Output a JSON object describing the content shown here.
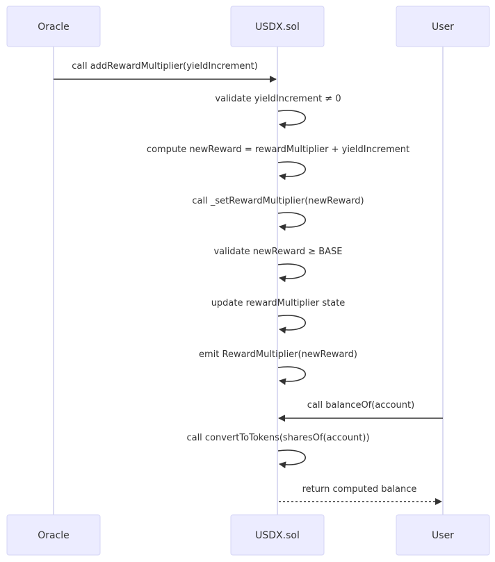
{
  "participants": [
    {
      "id": "oracle",
      "label": "Oracle"
    },
    {
      "id": "usdx",
      "label": "USDX.sol"
    },
    {
      "id": "user",
      "label": "User"
    }
  ],
  "messages": [
    {
      "from": "oracle",
      "to": "usdx",
      "label": "call addRewardMultiplier(yieldIncrement)",
      "style": "solid"
    },
    {
      "from": "usdx",
      "to": "usdx",
      "label": "validate yieldIncrement ≠ 0",
      "style": "solid"
    },
    {
      "from": "usdx",
      "to": "usdx",
      "label": "compute newReward = rewardMultiplier + yieldIncrement",
      "style": "solid"
    },
    {
      "from": "usdx",
      "to": "usdx",
      "label": "call _setRewardMultiplier(newReward)",
      "style": "solid"
    },
    {
      "from": "usdx",
      "to": "usdx",
      "label": "validate newReward ≥ BASE",
      "style": "solid"
    },
    {
      "from": "usdx",
      "to": "usdx",
      "label": "update rewardMultiplier state",
      "style": "solid"
    },
    {
      "from": "usdx",
      "to": "usdx",
      "label": "emit RewardMultiplier(newReward)",
      "style": "solid"
    },
    {
      "from": "user",
      "to": "usdx",
      "label": "call balanceOf(account)",
      "style": "solid"
    },
    {
      "from": "usdx",
      "to": "usdx",
      "label": "call convertToTokens(sharesOf(account))",
      "style": "solid"
    },
    {
      "from": "usdx",
      "to": "user",
      "label": "return computed balance",
      "style": "dotted"
    }
  ]
}
